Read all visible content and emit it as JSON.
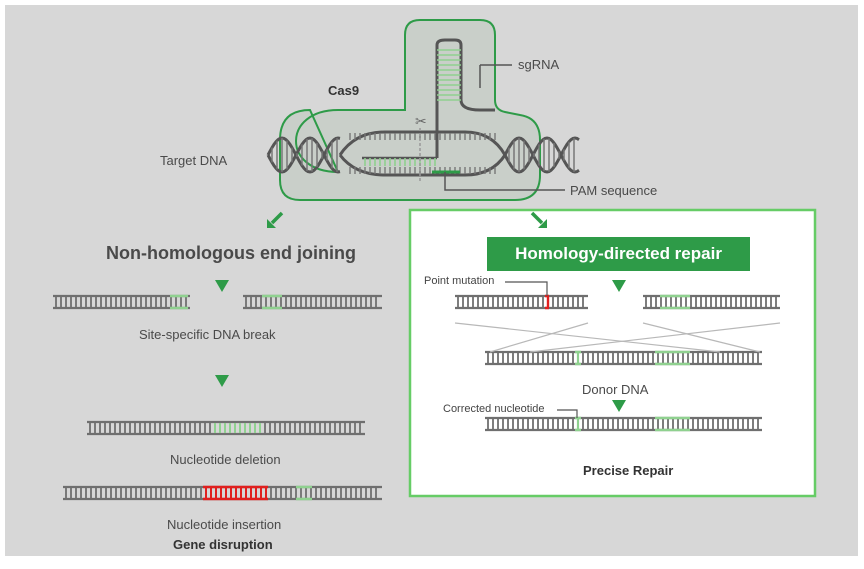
{
  "labels": {
    "cas9": "Cas9",
    "sgrna": "sgRNA",
    "target_dna": "Target DNA",
    "pam": "PAM sequence",
    "nhej_title": "Non-homologous end joining",
    "hdr_title": "Homology-directed repair",
    "site_break": "Site-specific DNA break",
    "nuc_deletion": "Nucleotide deletion",
    "nuc_insertion": "Nucleotide insertion",
    "gene_disruption": "Gene disruption",
    "point_mutation": "Point mutation",
    "donor_dna": "Donor DNA",
    "corrected_nucleotide": "Corrected nucleotide",
    "precise_repair": "Precise Repair"
  },
  "colors": {
    "panel_bg": "#d6d6d6",
    "accent_green": "#2e9b48",
    "dna_grey": "#6f6f6f",
    "light_green": "#8fd18f",
    "mutation_red": "#e0201f"
  }
}
